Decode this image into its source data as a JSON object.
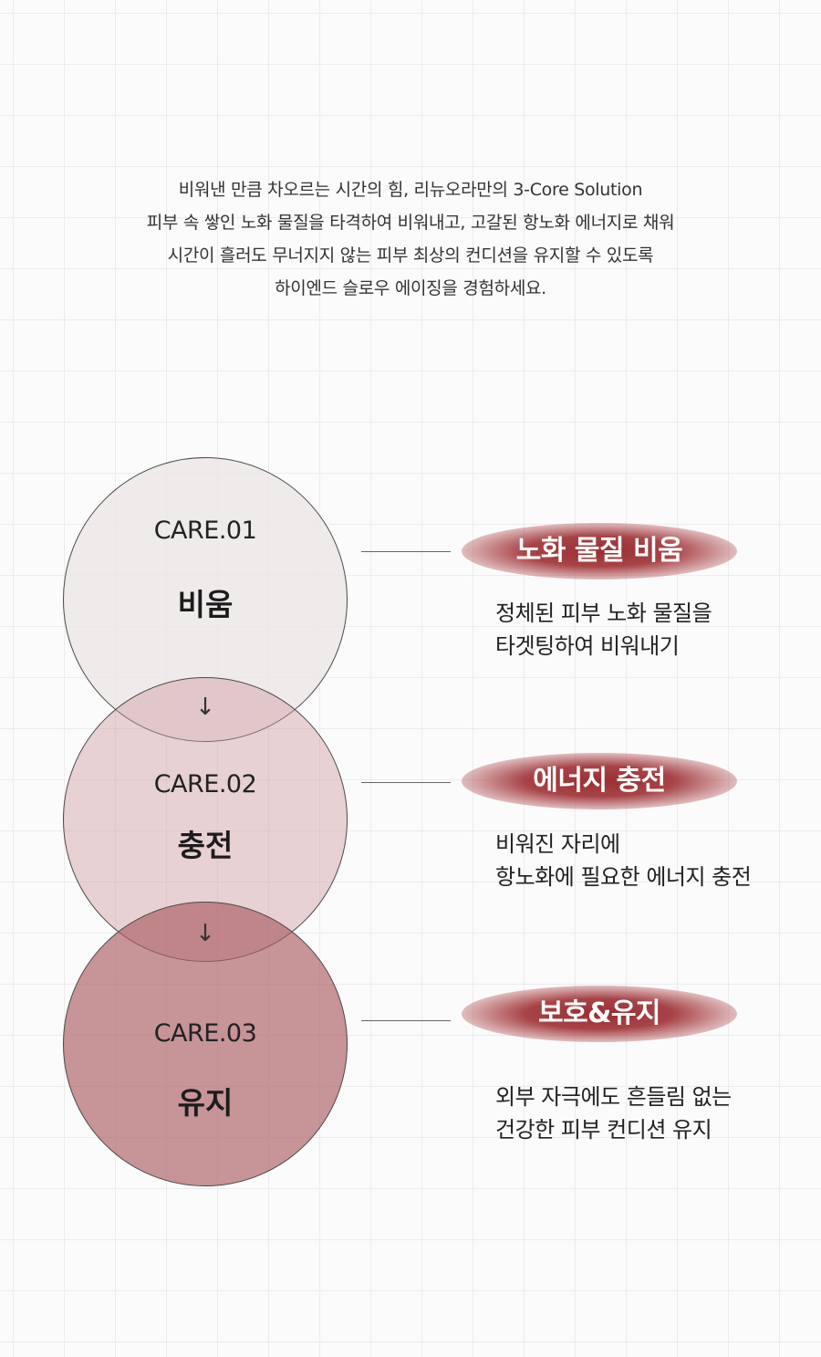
{
  "intro": {
    "lines": [
      "비워낸 만큼 차오르는 시간의 힘, 리뉴오라만의 3-Core Solution",
      "피부 속 쌓인 노화 물질을 타격하여 비워내고, 고갈된 항노화 에너지로 채워",
      "시간이 흘러도 무너지지 않는 피부 최상의 컨디션을 유지할 수 있도록",
      "하이엔드 슬로우 에이징을 경험하세요."
    ]
  },
  "steps": [
    {
      "label": "CARE.01",
      "title": "비움",
      "badge": "노화 물질 비움",
      "desc": [
        "정체된 피부 노화 물질을",
        "타겟팅하여 비워내기"
      ]
    },
    {
      "label": "CARE.02",
      "title": "충전",
      "badge": "에너지 충전",
      "desc": [
        "비워진 자리에",
        "항노화에 필요한 에너지 충전"
      ]
    },
    {
      "label": "CARE.03",
      "title": "유지",
      "badge": "보호&유지",
      "desc": [
        "외부 자극에도 흔들림 없는",
        "건강한 피부 컨디션 유지"
      ]
    }
  ],
  "arrow_symbol": "↓",
  "colors": {
    "circle_1": "#ece8e6",
    "circle_2": "#e8d3d5",
    "circle_3": "#c48a8c",
    "badge": "#9c2e33"
  }
}
